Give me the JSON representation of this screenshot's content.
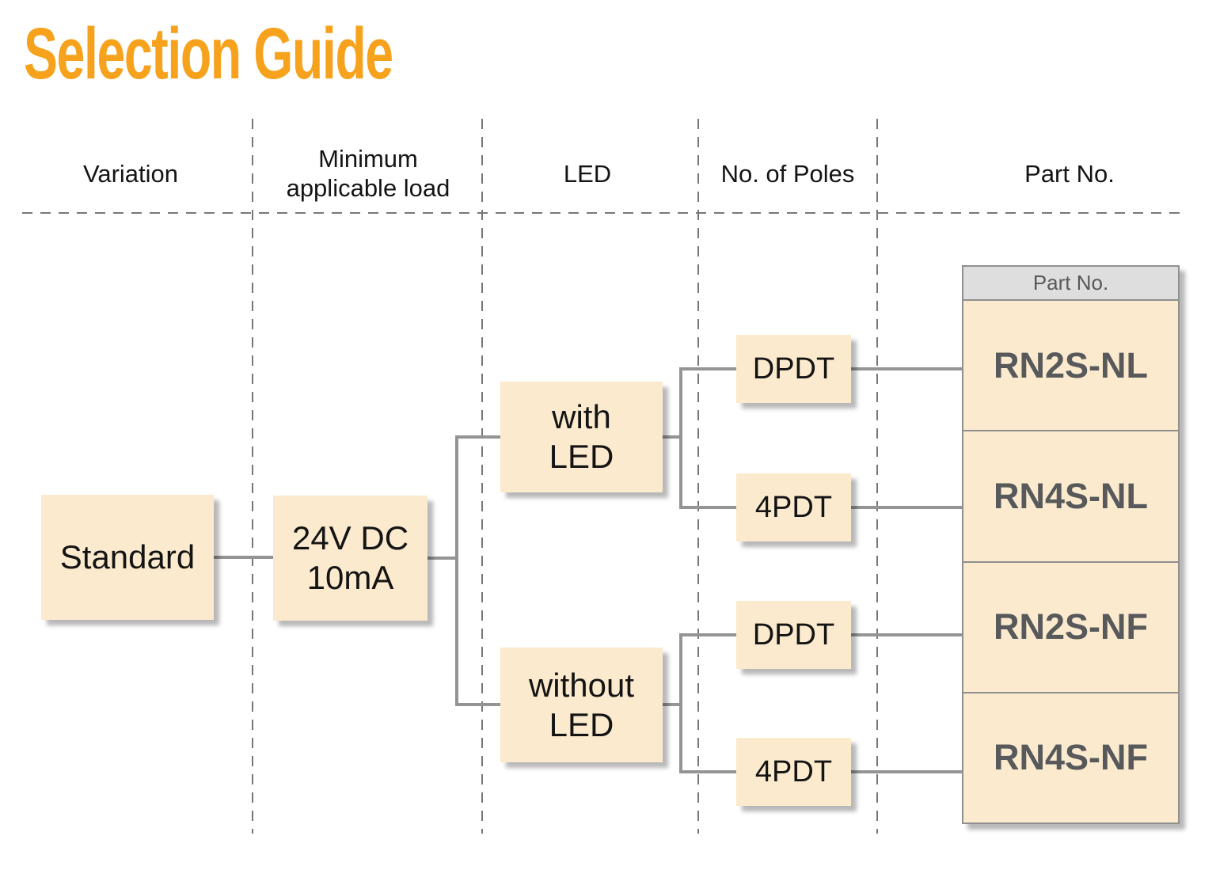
{
  "title": "Selection Guide",
  "columns": [
    "Variation",
    "Minimum applicable load",
    "LED",
    "No. of Poles",
    "Part No."
  ],
  "flow": {
    "variation": "Standard",
    "min_load": "24V DC\n10mA",
    "led": {
      "with": "with\nLED",
      "without": "without\nLED"
    },
    "poles": {
      "with_led_dpdt": "DPDT",
      "with_led_4pdt": "4PDT",
      "without_led_dpdt": "DPDT",
      "without_led_4pdt": "4PDT"
    }
  },
  "part_table": {
    "header": "Part No.",
    "rows": [
      "RN2S-NL",
      "RN4S-NL",
      "RN2S-NF",
      "RN4S-NF"
    ]
  },
  "selection_paths": [
    {
      "variation": "Standard",
      "min_load": "24V DC 10mA",
      "led": "with LED",
      "poles": "DPDT",
      "part_no": "RN2S-NL"
    },
    {
      "variation": "Standard",
      "min_load": "24V DC 10mA",
      "led": "with LED",
      "poles": "4PDT",
      "part_no": "RN4S-NL"
    },
    {
      "variation": "Standard",
      "min_load": "24V DC 10mA",
      "led": "without LED",
      "poles": "DPDT",
      "part_no": "RN2S-NF"
    },
    {
      "variation": "Standard",
      "min_load": "24V DC 10mA",
      "led": "without LED",
      "poles": "4PDT",
      "part_no": "RN4S-NF"
    }
  ],
  "colors": {
    "accent_orange": "#F6A21C",
    "box_fill": "#FBEACD",
    "table_header_fill": "#DEDEDE",
    "part_number_text": "#58595B",
    "connector_gray": "#949494",
    "dash_gray": "#777777"
  }
}
